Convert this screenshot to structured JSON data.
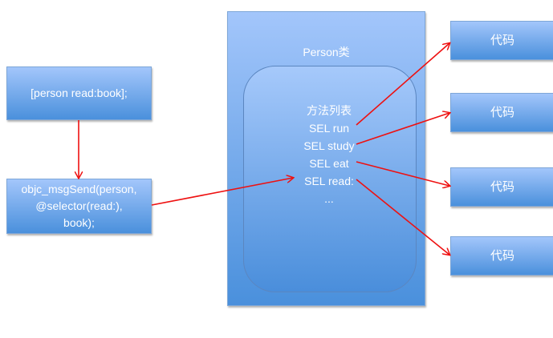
{
  "call_box": "[person read:book];",
  "msgsend_box": "objc_msgSend(person,\n@selector(read:),\nbook);",
  "class_box": {
    "title": "Person类",
    "list_title": "方法列表",
    "methods": [
      "SEL run",
      "SEL study",
      "SEL eat",
      "SEL read:",
      "..."
    ]
  },
  "code_boxes": [
    "代码",
    "代码",
    "代码",
    "代码"
  ],
  "colors": {
    "arrow": "#ee1111",
    "box_top": "#a3c6fb",
    "box_bottom": "#4a90dc"
  }
}
